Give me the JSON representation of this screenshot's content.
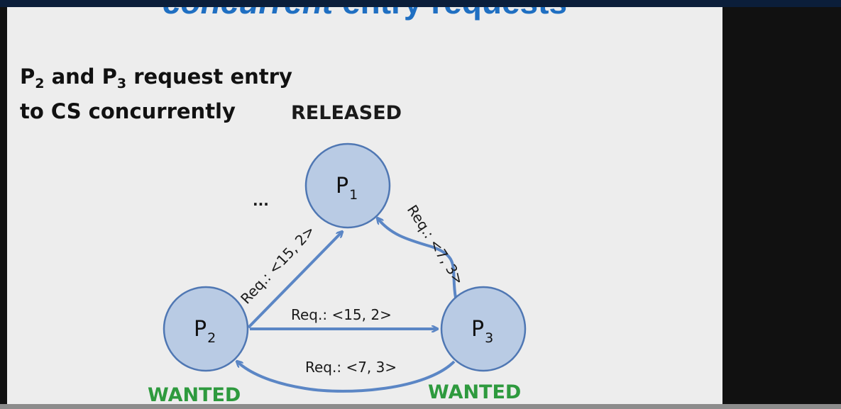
{
  "title": {
    "part1": "concurrent",
    "part2": " entry requests"
  },
  "intro": {
    "line1_p": "P",
    "line1_sub2": "2",
    "line1_and": " and P",
    "line1_sub3": "3",
    "line1_rest": " request entry",
    "line2": "to CS concurrently"
  },
  "states": {
    "p1": "RELEASED",
    "p2": "WANTED",
    "p3": "WANTED"
  },
  "nodes": [
    {
      "name": "P",
      "sub": "1"
    },
    {
      "name": "P",
      "sub": "2"
    },
    {
      "name": "P",
      "sub": "3"
    }
  ],
  "ellipsis": "...",
  "messages": {
    "p2_to_p1": "Req.: <15, 2>",
    "p2_to_p3": "Req.:  <15, 2>",
    "p3_to_p1": "Req.: <7, 3>",
    "p3_to_p2": "Req.:  <7, 3>"
  },
  "colors": {
    "title": "#1f6fc2",
    "wanted": "#2e9a3e",
    "node_fill": "#b9cbe4",
    "node_stroke": "#4f77b3",
    "arrow": "#5b86c5",
    "slide_bg": "#ededed"
  }
}
